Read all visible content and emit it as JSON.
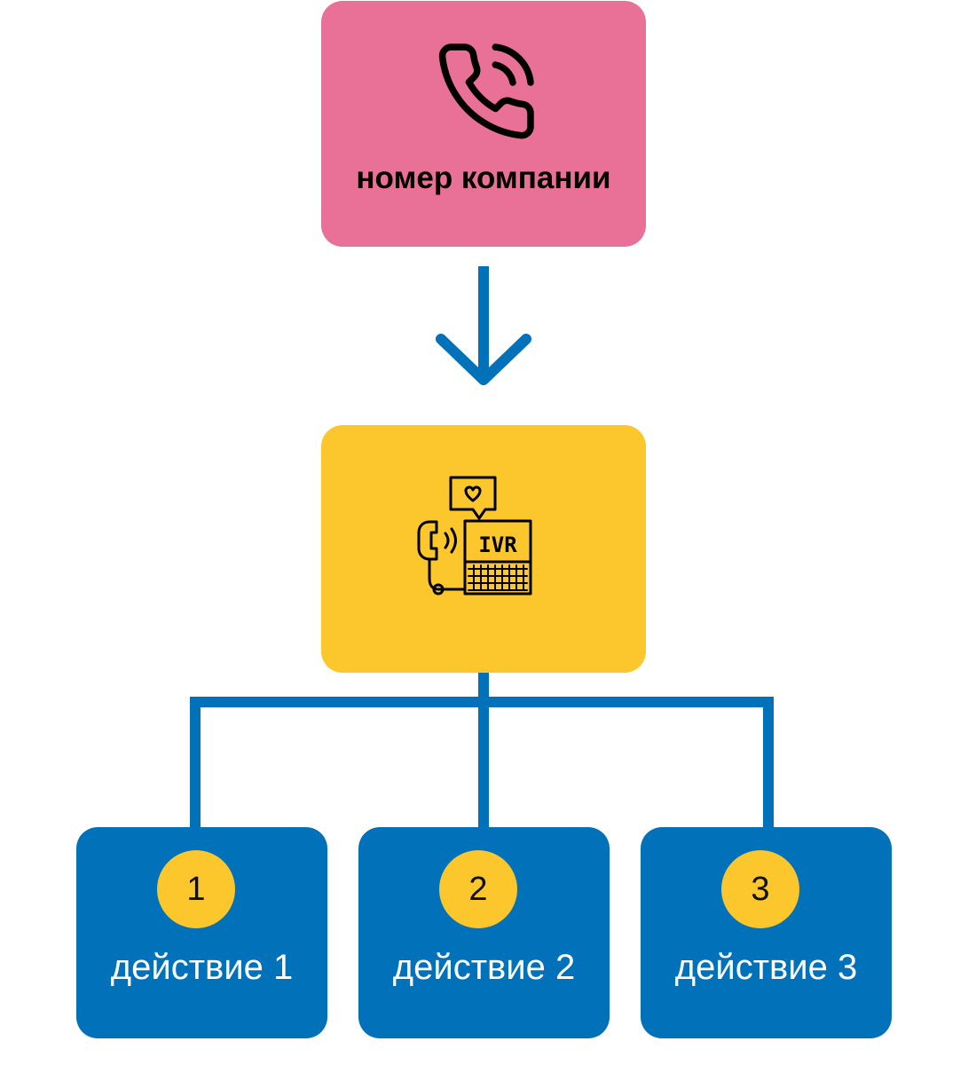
{
  "colors": {
    "company_box": "#E97096",
    "ivr_box": "#FCC62D",
    "action_box": "#0171BA",
    "badge": "#FCC62D",
    "connector": "#0171BA",
    "text_dark": "#000000",
    "text_light": "#FFFFFF"
  },
  "company": {
    "icon": "phone-call-icon",
    "label": "номер компании"
  },
  "ivr": {
    "icon": "ivr-phone-terminal-icon",
    "icon_text": "IVR"
  },
  "actions": [
    {
      "number": "1",
      "label": "действие 1"
    },
    {
      "number": "2",
      "label": "действие 2"
    },
    {
      "number": "3",
      "label": "действие 3"
    }
  ]
}
